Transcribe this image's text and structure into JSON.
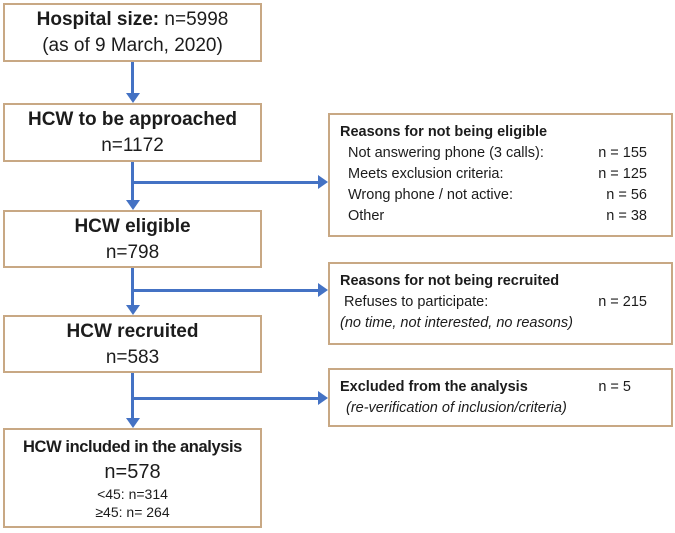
{
  "colors": {
    "border": "#c8a884",
    "arrow": "#4472c4",
    "text": "#1c1c1c"
  },
  "main_boxes": {
    "hospital": {
      "bold": "Hospital size:",
      "rest": " n=5998",
      "line2": "(as of 9 March, 2020)"
    },
    "approached": {
      "title": "HCW to be approached",
      "n": "n=1172"
    },
    "eligible": {
      "title": "HCW eligible",
      "n": "n=798"
    },
    "recruited": {
      "title": "HCW recruited",
      "n": "n=583"
    },
    "included": {
      "title": "HCW included in the analysis",
      "n": "n=578",
      "sub1": "<45: n=314",
      "sub2": "≥45: n= 264"
    }
  },
  "side_boxes": {
    "not_eligible": {
      "title": "Reasons for not being eligible",
      "rows": [
        {
          "label": "Not answering phone (3 calls):",
          "value": "n = 155"
        },
        {
          "label": "Meets exclusion criteria:",
          "value": "n = 125"
        },
        {
          "label": "Wrong phone / not active:",
          "value": "n = 56"
        },
        {
          "label": "Other",
          "value": "n = 38"
        }
      ]
    },
    "not_recruited": {
      "title": "Reasons for not being recruited",
      "row": {
        "label": "Refuses to participate:",
        "value": "n = 215"
      },
      "note": "(no time, not interested, no reasons)"
    },
    "excluded": {
      "title": "Excluded from the analysis",
      "value": "n = 5",
      "note": "(re-verification of inclusion/criteria)"
    }
  }
}
